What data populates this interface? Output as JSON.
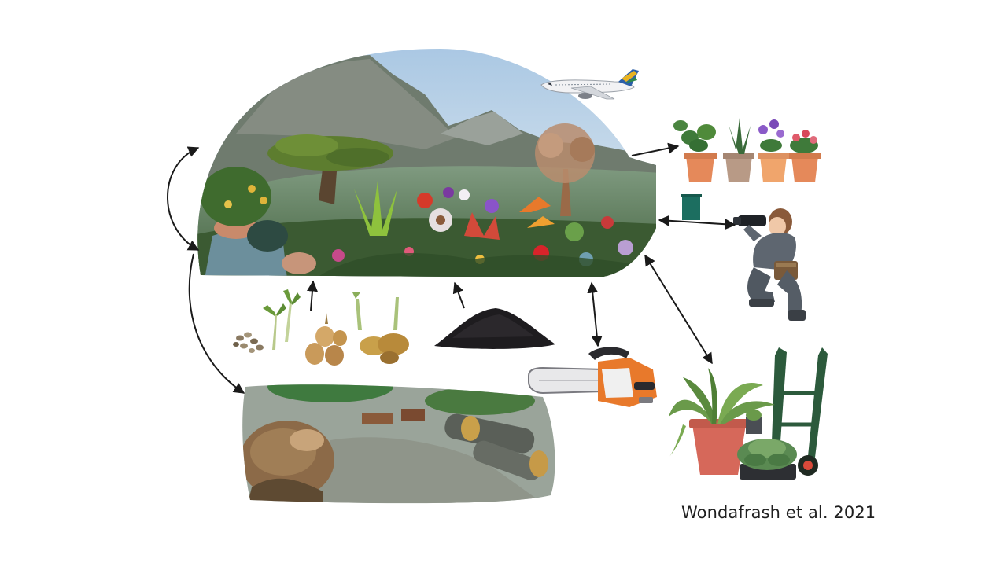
{
  "citation": "Wondafrash et al. 2021",
  "icons": {
    "landscape": "fynbos-landscape-illustration",
    "airplane": "airplane-icon",
    "potted_plants": "potted-plants-icon",
    "photographer": "photographer-icon",
    "trash_bin": "trash-bin-icon",
    "cuttings": "plant-cuttings-icon",
    "seeds": "seeds-icon",
    "bulbs": "bulbs-icon",
    "soil": "soil-pile-icon",
    "chainsaw": "chainsaw-icon",
    "waste_pile": "garden-waste-illustration",
    "nursery_trolley": "nursery-trolley-plants-icon"
  },
  "colors": {
    "sky": "#c9dcec",
    "mountain": "#6f7b6e",
    "vegetation": "#4d7a3a",
    "arrow": "#1a1a1a",
    "pot": "#e08a5b",
    "trolley": "#2c5a3c",
    "soil": "#1e1c1f",
    "chainsaw_orange": "#e8792b"
  }
}
